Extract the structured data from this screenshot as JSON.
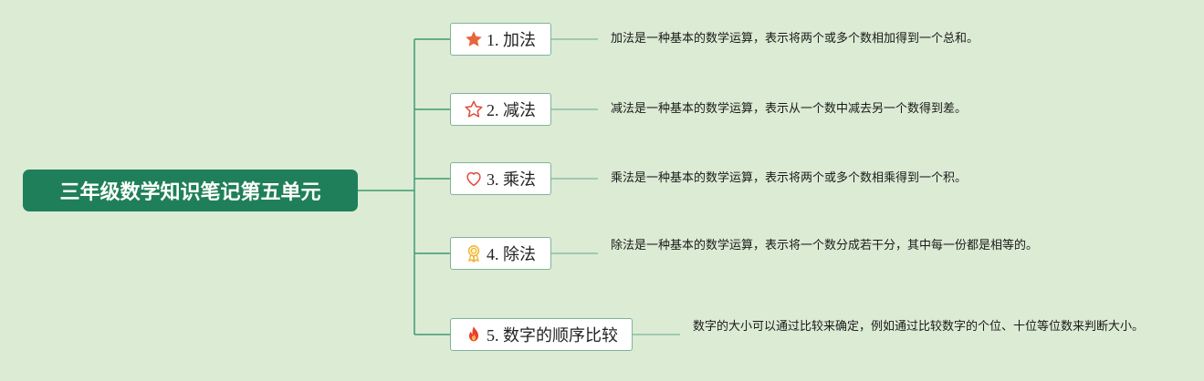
{
  "root": {
    "title": "三年级数学知识笔记第五单元"
  },
  "branches": [
    {
      "label": "1. 加法",
      "icon": "star-filled-icon",
      "description": "加法是一种基本的数学运算，表示将两个或多个数相加得到一个总和。"
    },
    {
      "label": "2. 减法",
      "icon": "star-outline-icon",
      "description": "减法是一种基本的数学运算，表示从一个数中减去另一个数得到差。"
    },
    {
      "label": "3. 乘法",
      "icon": "heart-outline-icon",
      "description": "乘法是一种基本的数学运算，表示将两个或多个数相乘得到一个积。"
    },
    {
      "label": "4. 除法",
      "icon": "award-ribbon-icon",
      "description": "除法是一种基本的数学运算，表示将一个数分成若干分，其中每一份都是相等的。"
    },
    {
      "label": "5. 数字的顺序比较",
      "icon": "fire-icon",
      "description": "数字的大小可以通过比较来确定，例如通过比较数字的个位、十位等位数来判断大小。"
    }
  ],
  "colors": {
    "background": "#dcebd4",
    "root_fill": "#1f7f5a",
    "connector": "#3f9a72",
    "node_border": "#7fb39a",
    "star_fill": "#e8663d",
    "star_outline": "#e0473a",
    "heart": "#e0473a",
    "award": "#f0b63a",
    "fire": "#e8402a"
  }
}
